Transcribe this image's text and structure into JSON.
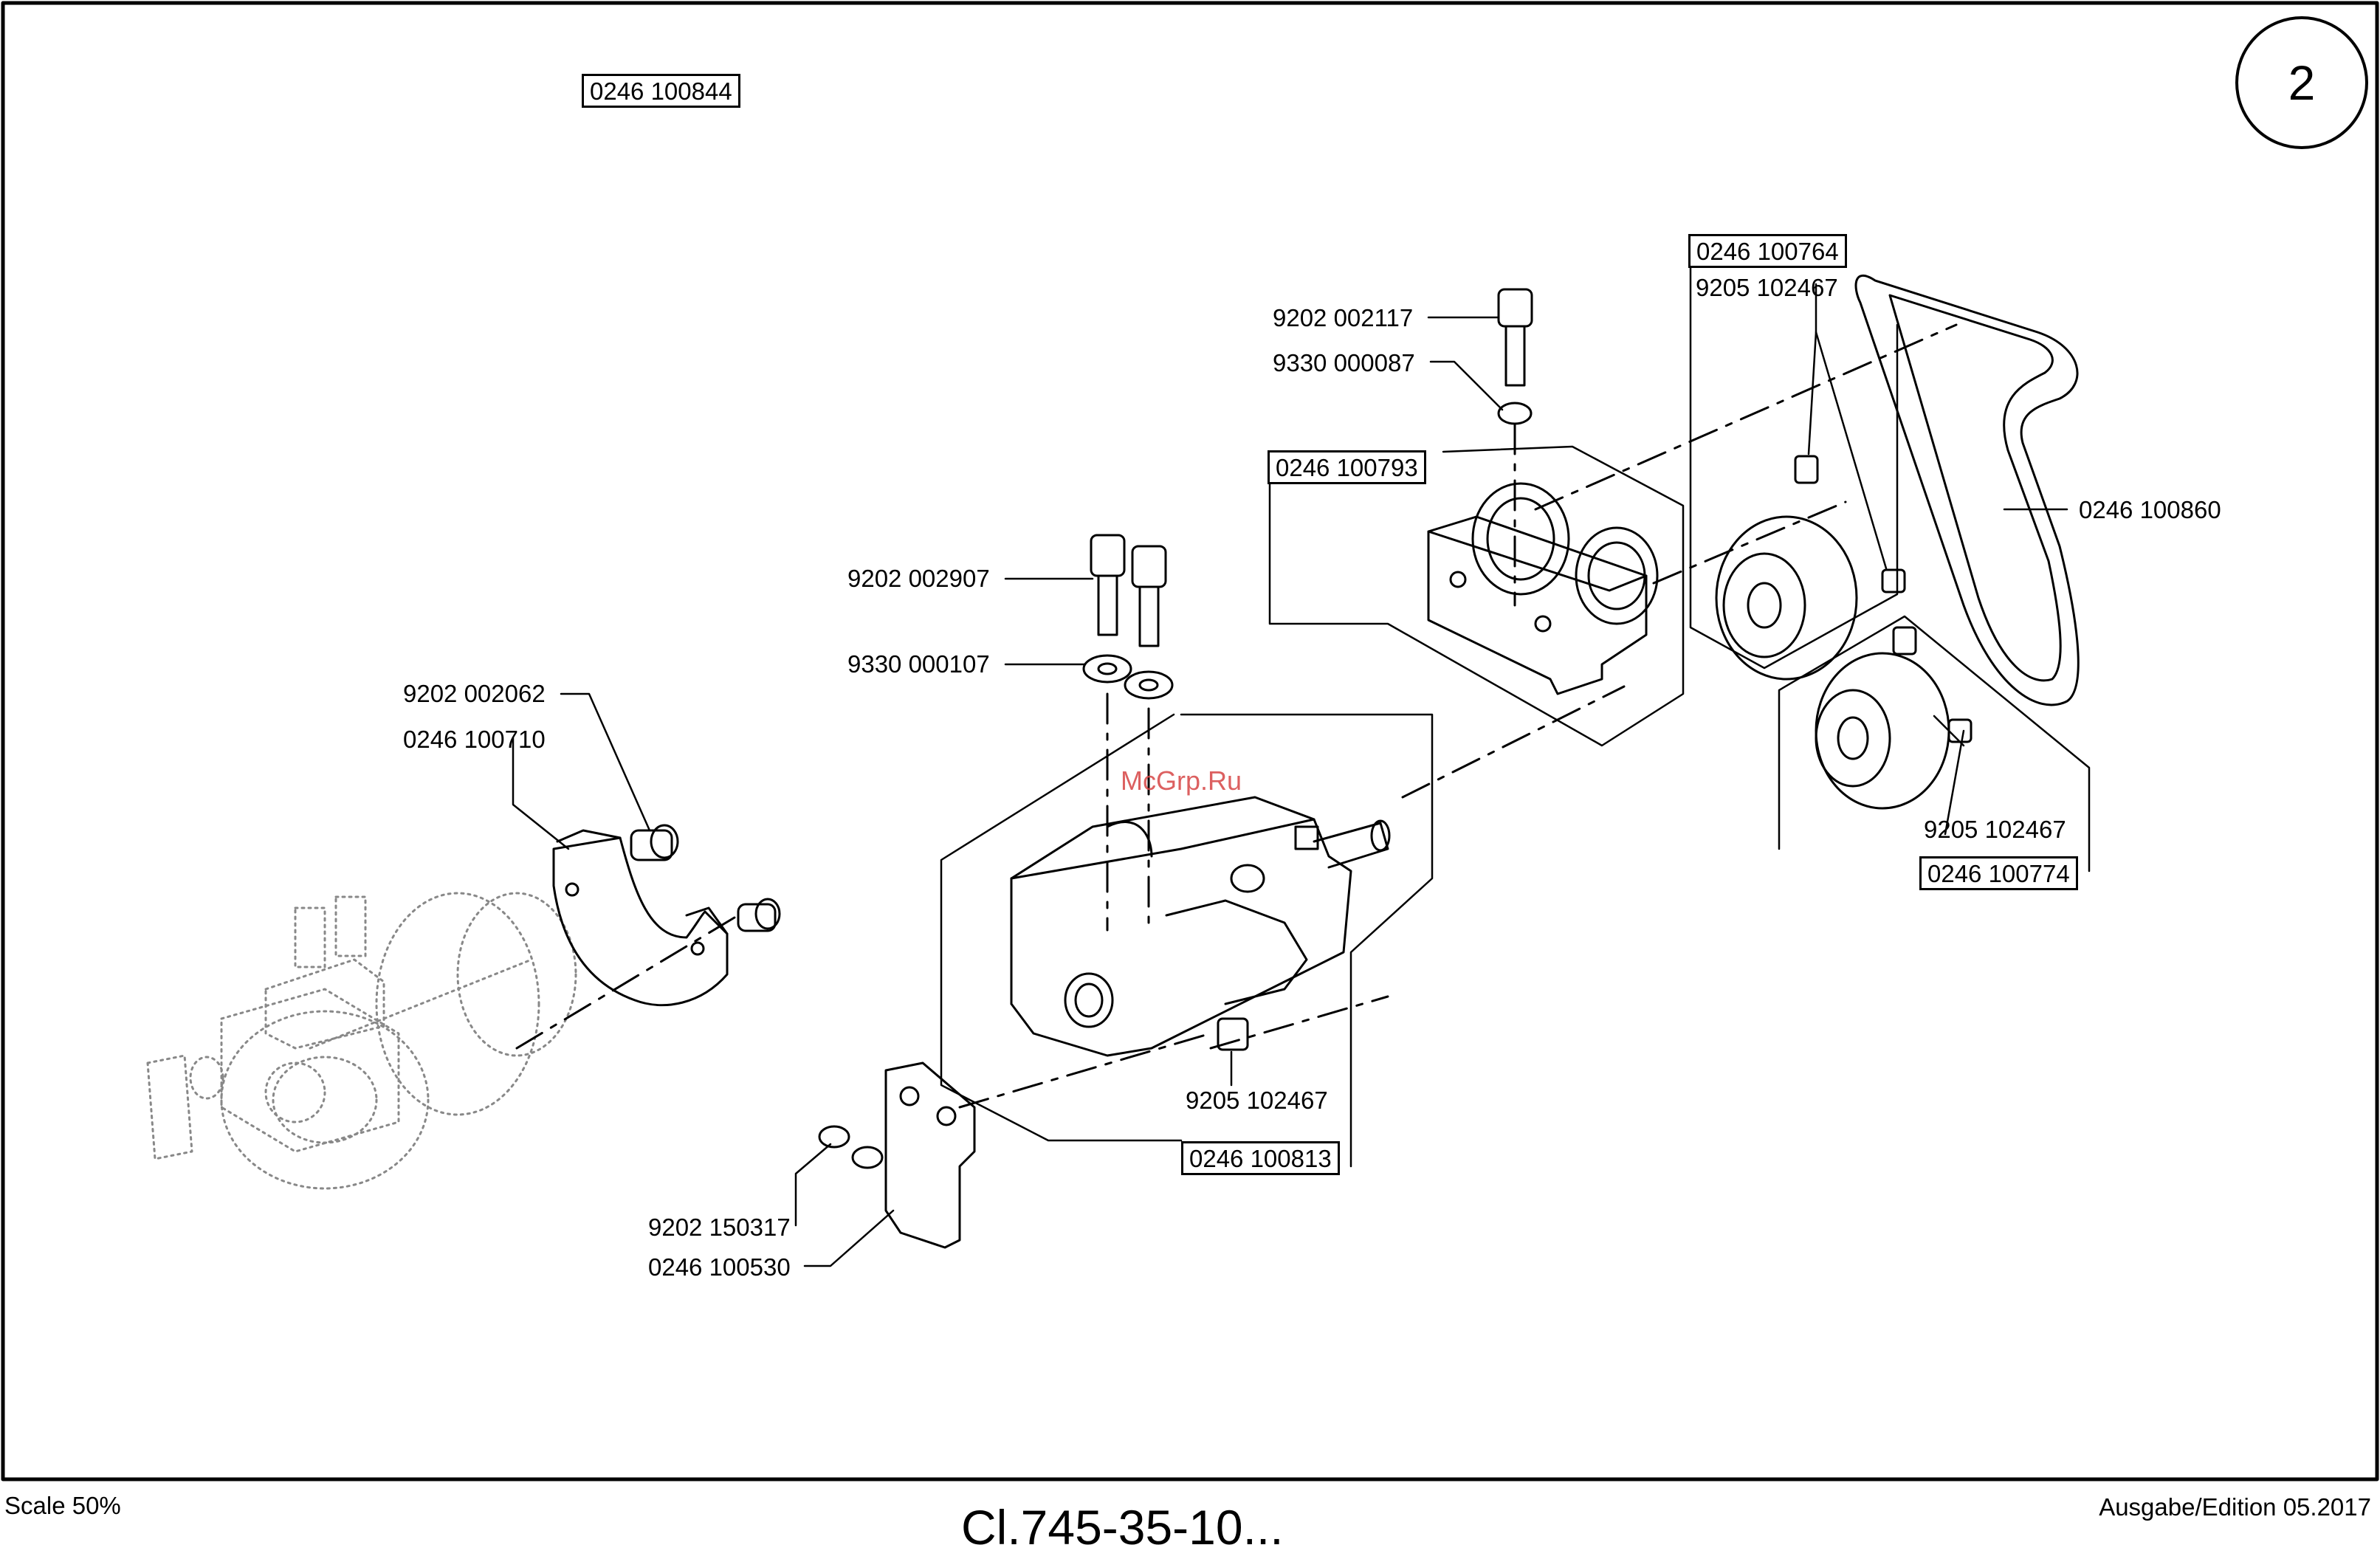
{
  "sheet_number": "2",
  "assembly_label": "0246 100844",
  "callouts": {
    "p9202_002117": "9202 002117",
    "p9330_000087": "9330 000087",
    "p0246_100793": "0246 100793",
    "p0246_100764": "0246 100764",
    "p9205_102467_top": "9205 102467",
    "p0246_100860": "0246 100860",
    "p9202_002907": "9202 002907",
    "p9330_000107": "9330 000107",
    "p9202_002062": "9202 002062",
    "p0246_100710": "0246 100710",
    "p9205_102467_right": "9205 102467",
    "p0246_100774": "0246 100774",
    "p9205_102467_bottom": "9205 102467",
    "p0246_100813": "0246 100813",
    "p9202_150317": "9202 150317",
    "p0246_100530": "0246 100530"
  },
  "watermark": "McGrp.Ru",
  "footer": {
    "scale": "Scale 50%",
    "title": "Cl.745-35-10...",
    "edition": "Ausgabe/Edition 05.2017"
  }
}
